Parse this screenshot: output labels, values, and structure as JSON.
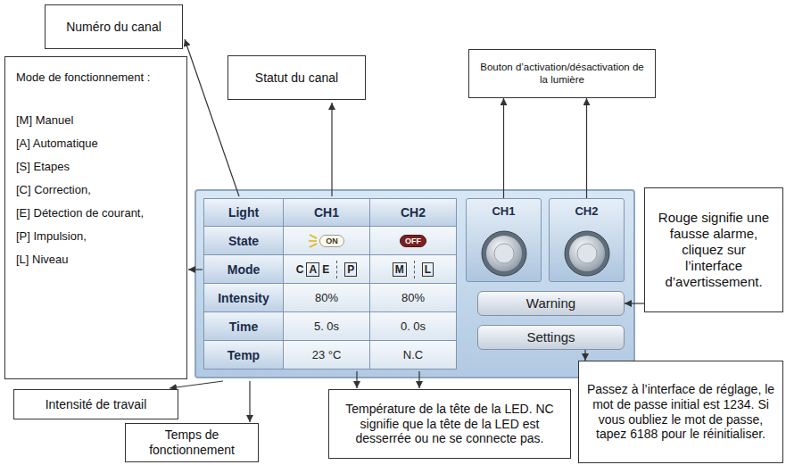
{
  "diagram": {
    "nodes": [
      {
        "text": [
          "Numéro du canal"
        ]
      },
      {
        "text": [
          "Statut du canal"
        ]
      },
      {
        "text": [
          "Bouton d’activation/désactivation de la lumière"
        ]
      },
      {
        "text": [
          "Mode de fonctionnement :",
          "[M] Manuel",
          "[A] Automatique",
          "[S] Etapes",
          "[C] Correction,",
          "[E] Détection de courant,",
          "[P] Impulsion,",
          "[L] Niveau"
        ]
      },
      {
        "text": [
          "CH1"
        ]
      },
      {
        "text": [
          "CH2"
        ]
      },
      {
        "text": [
          "Rouge signifie une fausse alarme, cliquez sur l’interface d’avertissement."
        ]
      },
      {
        "text": [
          "Warning"
        ]
      },
      {
        "text": [
          "Settings"
        ]
      },
      {
        "text": [
          "Température de la tête de la LED. NC signifie que la tête de la LED est desserrée ou ne se connecte pas."
        ]
      },
      {
        "text": [
          "Intensité de travail"
        ]
      },
      {
        "text": [
          "Passez à l’interface de réglage, le mot de passe initial est 1234. Si vous oubliez le mot de passe, tapez 6188 pour le réinitialiser."
        ]
      },
      {
        "text": [
          "Temps de fonctionnement"
        ]
      }
    ],
    "edges": [
      {
        "from": 4,
        "to": 2,
        "arrow": "to"
      },
      {
        "from": 5,
        "to": 2,
        "arrow": "to"
      },
      {
        "from": 6,
        "to": 7,
        "arrow": "to"
      },
      {
        "from": 8,
        "to": 11,
        "arrow": "to"
      }
    ],
    "labels": [
      "Light",
      "CH1",
      "CH2",
      "State",
      "ON",
      "OFF",
      "Mode",
      "C",
      "A",
      "E",
      "P",
      "M",
      "L",
      "Intensity",
      "80%",
      "80%",
      "Time",
      "5. 0s",
      "0. 0s",
      "Temp",
      "23 °C",
      "N.C"
    ]
  }
}
